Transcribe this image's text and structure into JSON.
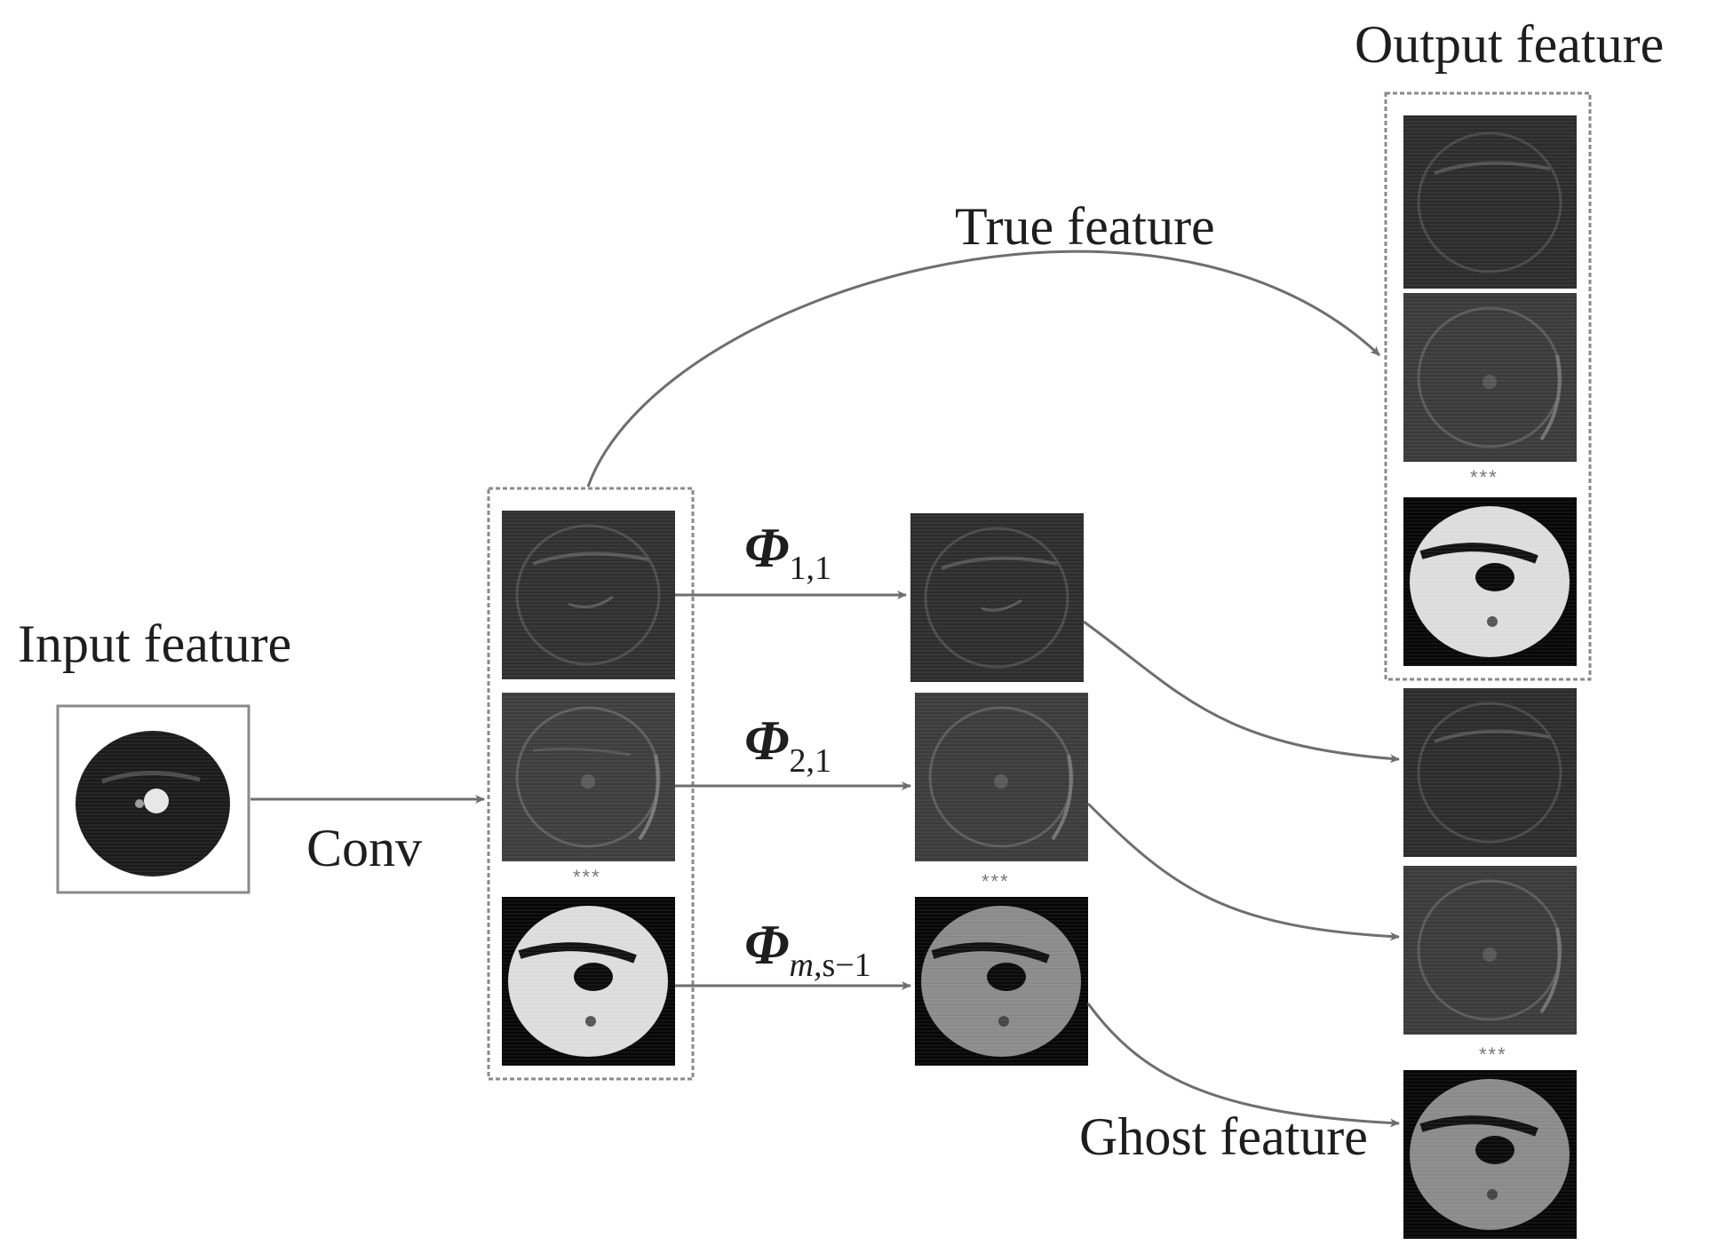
{
  "labels": {
    "input": "Input feature",
    "conv": "Conv",
    "true": "True feature",
    "output": "Output feature",
    "ghost": "Ghost feature"
  },
  "ops": [
    {
      "symbol": "Φ",
      "sub_a": "1,",
      "sub_b": "1"
    },
    {
      "symbol": "Φ",
      "sub_a": "2,",
      "sub_b": "1"
    },
    {
      "symbol": "Φ",
      "sub_a": "m,",
      "sub_b": "s−1"
    }
  ],
  "ellipsis": "***",
  "colors": {
    "tile_dark": "#2f2f2f",
    "tile_mid": "#3d3d3d",
    "tile_black": "#060606",
    "stroke": "#6e6e6e",
    "frame": "#8a8a8a"
  }
}
